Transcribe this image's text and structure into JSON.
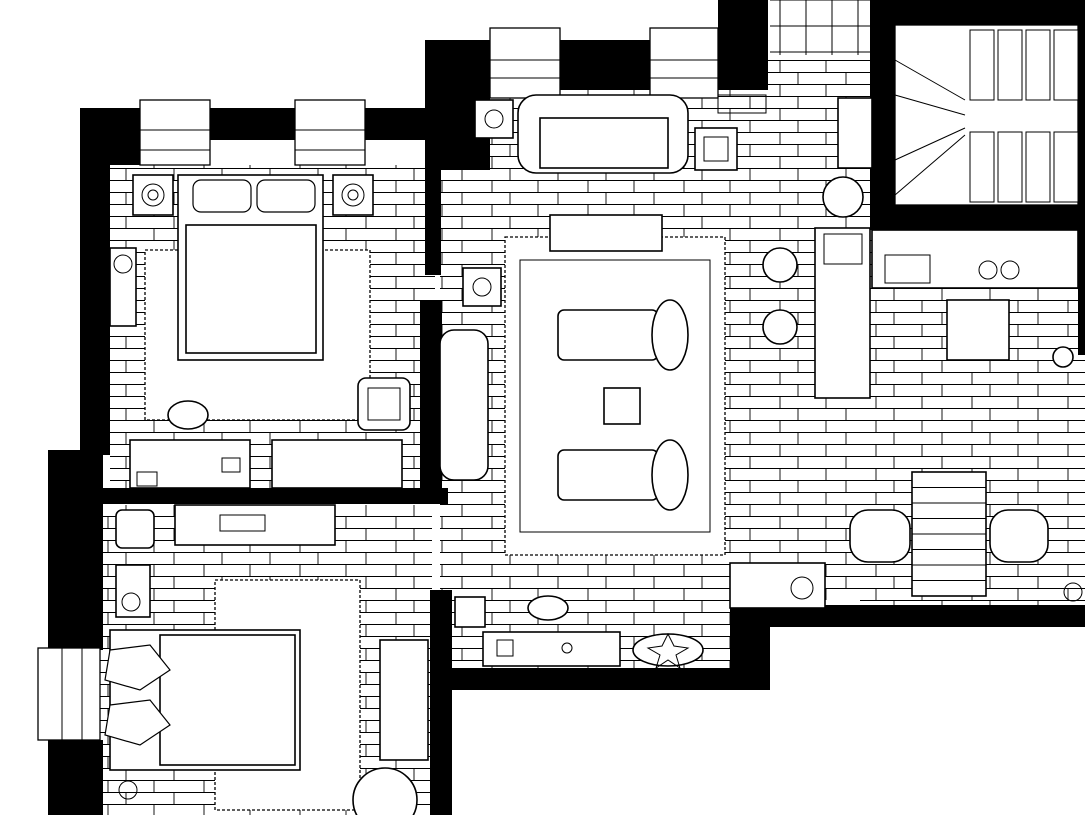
{
  "plan": {
    "title": "",
    "rooms": [
      {
        "name": "bedroom-1"
      },
      {
        "name": "bedroom-2"
      },
      {
        "name": "living-room"
      },
      {
        "name": "kitchen"
      },
      {
        "name": "dining-area"
      },
      {
        "name": "staircase"
      }
    ],
    "colors": {
      "wall": "#000000",
      "floor_line": "#000000",
      "background": "#ffffff"
    }
  }
}
